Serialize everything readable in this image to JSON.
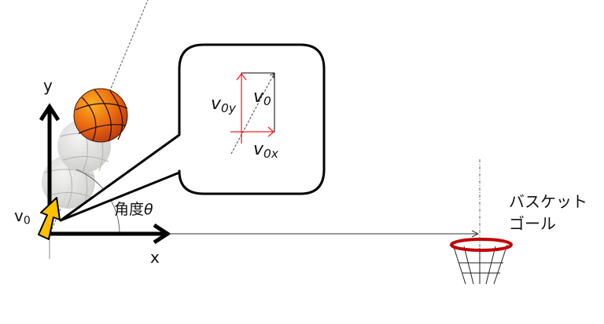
{
  "labels": {
    "y_axis": "y",
    "x_axis": "x",
    "initial_velocity": "v",
    "initial_velocity_sub": "0",
    "angle": "角度",
    "angle_symbol": "θ",
    "goal_line1": "バスケット",
    "goal_line2": "ゴール"
  },
  "callout": {
    "v0y": "v",
    "v0y_sub": "0y",
    "v0": "v",
    "v0_sub": "0",
    "v0x": "v",
    "v0x_sub": "0x"
  },
  "colors": {
    "axis": "#000000",
    "component_arrows": "#ff2020",
    "rim": "#c00000",
    "ball": "#e8650f",
    "arrow": "#ffc000"
  }
}
